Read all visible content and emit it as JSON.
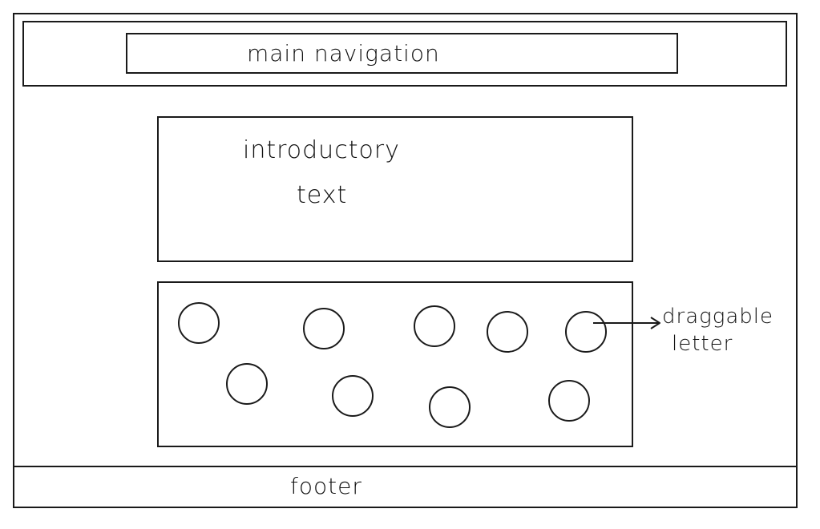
{
  "navigation": {
    "label": "main navigation"
  },
  "intro": {
    "line1": "introductory",
    "line2": "text"
  },
  "letters": {
    "count": 9
  },
  "annotation": {
    "line1": "draggable",
    "line2": "letter"
  },
  "footer": {
    "label": "footer"
  }
}
